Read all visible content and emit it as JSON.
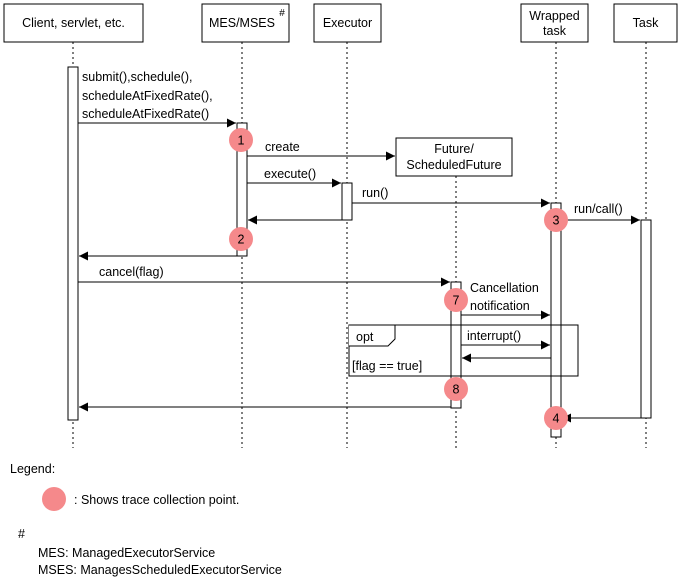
{
  "participants": {
    "client": "Client, servlet, etc.",
    "mes": "MES/MSES",
    "mes_mark": "#",
    "executor": "Executor",
    "wrapped_line1": "Wrapped",
    "wrapped_line2": "task",
    "task": "Task",
    "future_line1": "Future/",
    "future_line2": "ScheduledFuture"
  },
  "messages": {
    "submit_line1": "submit(),schedule(),",
    "submit_line2": "scheduleAtFixedRate(),",
    "submit_line3": "scheduleAtFixedRate()",
    "create": "create",
    "execute": "execute()",
    "run": "run()",
    "runcall": "run/call()",
    "cancel": "cancel(flag)",
    "cancellation_line1": "Cancellation",
    "cancellation_line2": "notification",
    "interrupt": "interrupt()"
  },
  "fragment": {
    "operator": "opt",
    "guard": "[flag == true]"
  },
  "trace_points": [
    "1",
    "2",
    "3",
    "4",
    "7",
    "8"
  ],
  "colors": {
    "trace_point": "#f5898b",
    "line": "#000000"
  },
  "legend": {
    "title": "Legend:",
    "trace_desc": ": Shows trace collection point.",
    "hash": "#",
    "mes_def": "MES: ManagedExecutorService",
    "mses_def": "MSES: ManagesScheduledExecutorService"
  }
}
